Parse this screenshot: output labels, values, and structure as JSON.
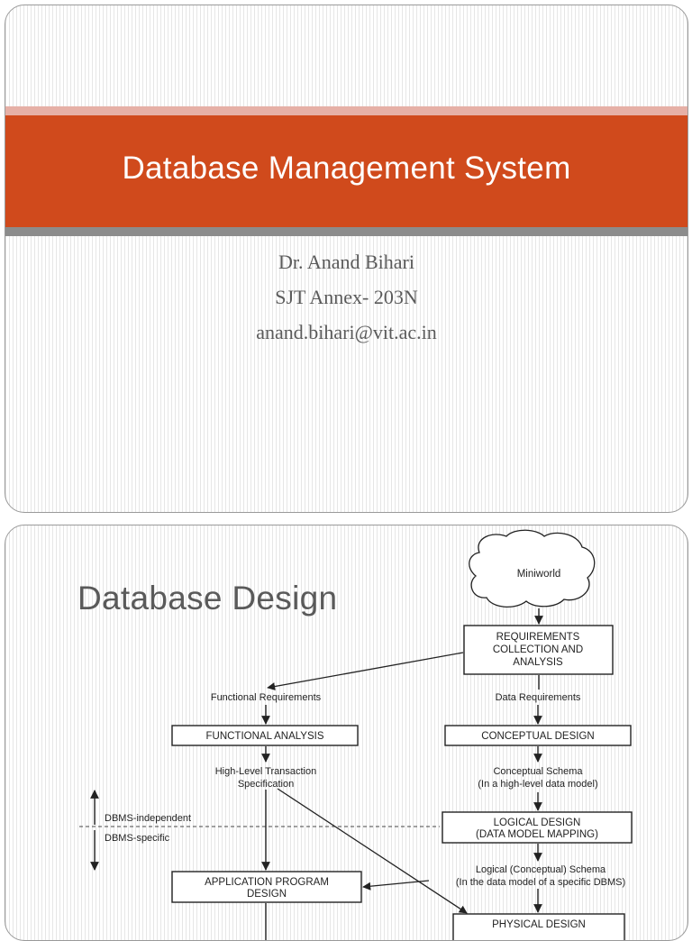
{
  "slide1": {
    "title": "Database Management System",
    "author": "Dr. Anand Bihari",
    "office": "SJT Annex- 203N",
    "email": "anand.bihari@vit.ac.in"
  },
  "slide2": {
    "title": "Database Design",
    "diagram": {
      "miniworld": "Miniworld",
      "requirements": [
        "REQUIREMENTS",
        "COLLECTION AND",
        "ANALYSIS"
      ],
      "functional_requirements": "Functional Requirements",
      "data_requirements": "Data Requirements",
      "functional_analysis": "FUNCTIONAL ANALYSIS",
      "conceptual_design": "CONCEPTUAL DESIGN",
      "high_level_spec": [
        "High-Level Transaction",
        "Specification"
      ],
      "conceptual_schema": [
        "Conceptual Schema",
        "(In a high-level data model)"
      ],
      "dbms_independent": "DBMS-independent",
      "dbms_specific": "DBMS-specific",
      "logical_design": [
        "LOGICAL DESIGN",
        "(DATA MODEL MAPPING)"
      ],
      "logical_schema": [
        "Logical (Conceptual) Schema",
        "(In the data model of a specific DBMS)"
      ],
      "application_program_design": [
        "APPLICATION PROGRAM",
        "DESIGN"
      ],
      "physical_design": "PHYSICAL DESIGN"
    }
  }
}
